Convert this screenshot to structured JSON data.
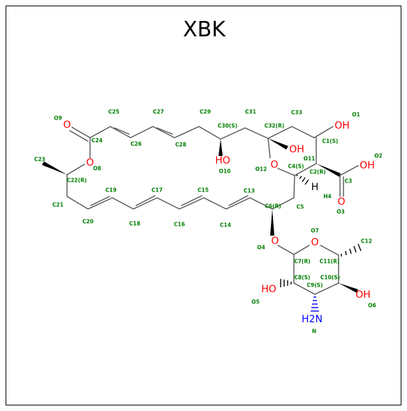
{
  "title": "XBK",
  "colors": {
    "bond": "#555555",
    "oxygen": "#ff0000",
    "nitrogen": "#0000ff",
    "annotation": "#008000",
    "frame": "#000000"
  },
  "atom_labels": {
    "o_carbonyl": "O",
    "ho_c30": "HO",
    "oh_c32": "OH",
    "o12": "O",
    "oh_c1": "OH",
    "oh_acid": "OH",
    "o_acid": "O",
    "h4": "H",
    "o4": "O",
    "o7": "O",
    "ho_c8": "HO",
    "oh_c10": "OH",
    "h2n": "H2N",
    "o8": "O"
  },
  "annotations": {
    "O9": "O9",
    "C25": "C25",
    "C27": "C27",
    "C29": "C29",
    "C30": "C30(S)",
    "C31": "C31",
    "C32": "C32(R)",
    "C33": "C33",
    "O1": "O1",
    "C1": "C1(S)",
    "O2": "O2",
    "C24": "C24",
    "C26": "C26",
    "C28": "C28",
    "O11": "O11",
    "C23": "C23",
    "O8": "O8",
    "O10": "O10",
    "O12": "O12",
    "C4": "C4(S)",
    "C2": "C2(R)",
    "C3": "C3",
    "C22": "C22(R)",
    "H4": "H4",
    "O3": "O3",
    "C19": "C19",
    "C17": "C17",
    "C15": "C15",
    "C13": "C13",
    "C21": "C21",
    "C6": "C6(R)",
    "C5": "C5",
    "C20": "C20",
    "C18": "C18",
    "C16": "C16",
    "C14": "C14",
    "O7": "O7",
    "C12": "C12",
    "O4": "O4",
    "C7": "C7(R)",
    "C11": "C11(R)",
    "C8": "C8(S)",
    "C10": "C10(S)",
    "C9": "C9(S)",
    "O5": "O5",
    "O6": "O6",
    "N": "N"
  }
}
